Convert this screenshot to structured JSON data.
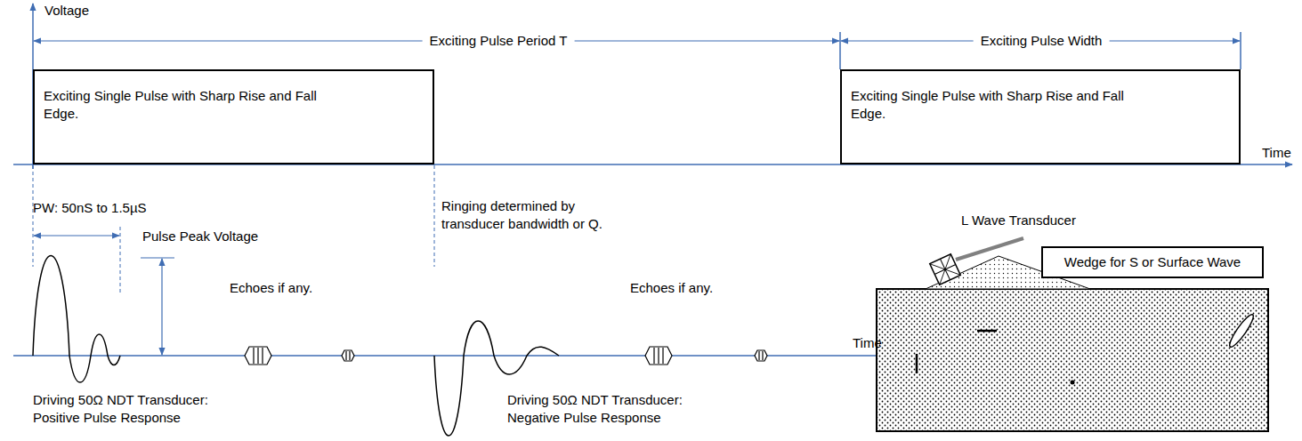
{
  "diagram": {
    "nodes": [
      {
        "text": [
          "Exciting Single Pulse with Sharp Rise and Fall Edge."
        ]
      },
      {
        "text": [
          "Exciting Single Pulse with Sharp Rise and Fall Edge."
        ]
      },
      {
        "text": [
          "Wedge for S or Surface Wave"
        ]
      }
    ],
    "labels": [
      "Voltage",
      "Exciting Pulse Period T",
      "Exciting Pulse Width",
      "Time",
      "PW: 50nS to 1.5µS",
      "Pulse Peak Voltage",
      "Ringing determined by transducer bandwidth or Q.",
      "L Wave Transducer",
      "Echoes if any.",
      "Echoes if any.",
      "Time",
      "Driving 50Ω NDT Transducer: Positive Pulse Response",
      "Driving 50Ω NDT Transducer: Negative Pulse Response"
    ]
  }
}
